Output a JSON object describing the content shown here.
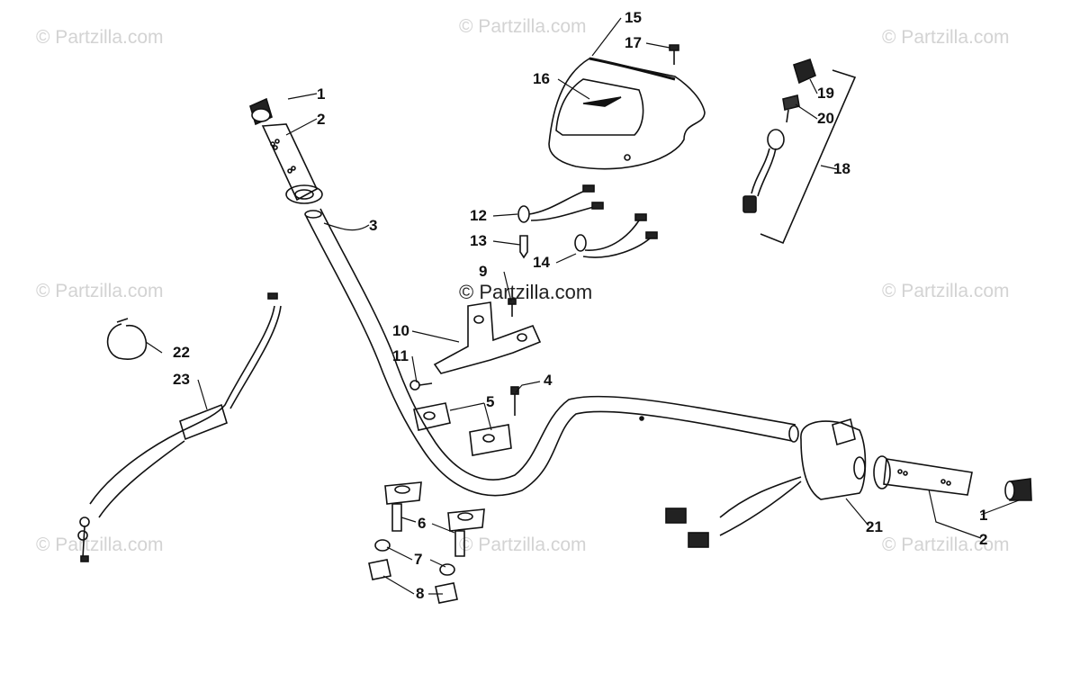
{
  "watermark": {
    "text": "© Partzilla.com"
  },
  "callouts": [
    {
      "id": "c1a",
      "label": "1"
    },
    {
      "id": "c2a",
      "label": "2"
    },
    {
      "id": "c3",
      "label": "3"
    },
    {
      "id": "c4",
      "label": "4"
    },
    {
      "id": "c5",
      "label": "5"
    },
    {
      "id": "c6",
      "label": "6"
    },
    {
      "id": "c7",
      "label": "7"
    },
    {
      "id": "c8",
      "label": "8"
    },
    {
      "id": "c9",
      "label": "9"
    },
    {
      "id": "c10",
      "label": "10"
    },
    {
      "id": "c11",
      "label": "11"
    },
    {
      "id": "c12",
      "label": "12"
    },
    {
      "id": "c13",
      "label": "13"
    },
    {
      "id": "c14",
      "label": "14"
    },
    {
      "id": "c15",
      "label": "15"
    },
    {
      "id": "c16",
      "label": "16"
    },
    {
      "id": "c17",
      "label": "17"
    },
    {
      "id": "c18",
      "label": "18"
    },
    {
      "id": "c19",
      "label": "19"
    },
    {
      "id": "c20",
      "label": "20"
    },
    {
      "id": "c21",
      "label": "21"
    },
    {
      "id": "c22",
      "label": "22"
    },
    {
      "id": "c23",
      "label": "23"
    },
    {
      "id": "c1b",
      "label": "1"
    },
    {
      "id": "c2b",
      "label": "2"
    }
  ]
}
